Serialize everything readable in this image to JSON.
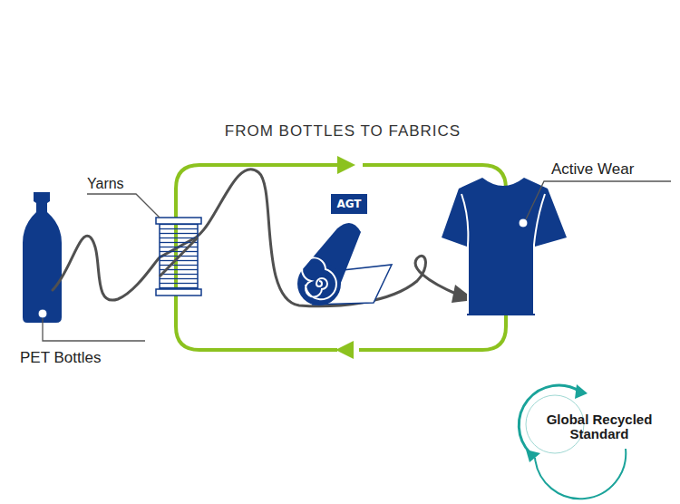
{
  "diagram": {
    "title": "FROM BOTTLES TO FABRICS",
    "nodes": [
      {
        "text": [
          "AGT"
        ]
      }
    ],
    "labels": [
      "Yarns",
      "Active Wear",
      "PET Bottles",
      "Global Recycled Standard"
    ]
  }
}
